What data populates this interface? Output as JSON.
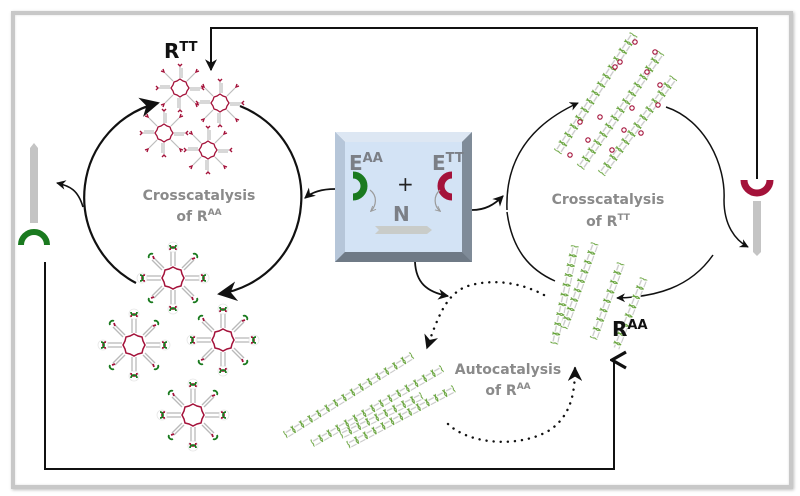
{
  "figure": {
    "box": {
      "enzyme_left": {
        "base": "E",
        "sup": "AA"
      },
      "enzyme_right": {
        "base": "E",
        "sup": "TT"
      },
      "plus": "+",
      "nucleotide": "N"
    },
    "labels": {
      "r_tt": {
        "base": "R",
        "sup": "TT"
      },
      "r_aa": {
        "base": "R",
        "sup": "AA"
      }
    },
    "cycles": {
      "left": {
        "line1": "Crosscatalysis",
        "line2_base": "of R",
        "line2_sup": "AA"
      },
      "right": {
        "line1": "Crosscatalysis",
        "line2_base": "of R",
        "line2_sup": "TT"
      },
      "auto": {
        "line1": "Autocatalysis",
        "line2_base": "of R",
        "line2_sup": "AA"
      }
    },
    "colors": {
      "green": "#1a7a1f",
      "red": "#a4123a",
      "grey_bar": "#c4c4c4",
      "box_face": "#d3e3f5",
      "box_edge": "#8d97a3",
      "text_grey": "#8a8a8a"
    }
  }
}
